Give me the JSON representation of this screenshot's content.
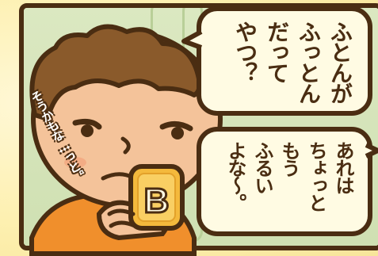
{
  "comic": {
    "bubble_top_lines": [
      "ふとんが",
      "ふっとん",
      "だって",
      "やつ？"
    ],
    "bubble_bottom_lines": [
      "あれは",
      "ちょっと",
      "もう",
      "ふるい",
      "よな〜。"
    ],
    "side_text": "そうかもな…っと。",
    "card_letter": "B"
  }
}
